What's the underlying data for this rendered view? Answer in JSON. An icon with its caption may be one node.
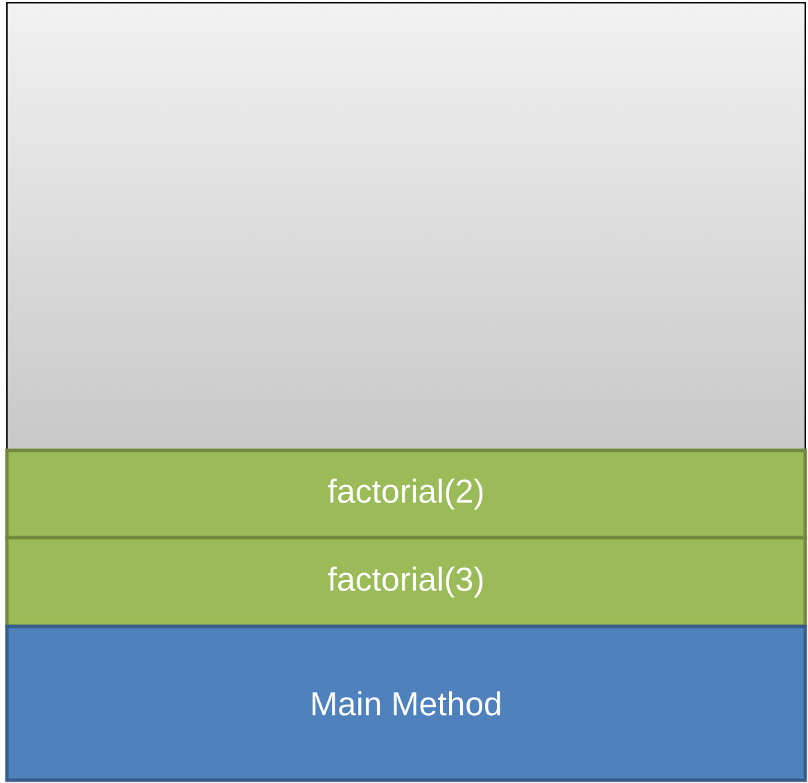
{
  "diagram": {
    "nodes": [
      {
        "text": [],
        "shape": "box"
      },
      {
        "text": [
          "factorial(2)"
        ]
      },
      {
        "text": [
          "factorial(3)"
        ]
      },
      {
        "text": [
          "Main Method"
        ]
      }
    ]
  }
}
